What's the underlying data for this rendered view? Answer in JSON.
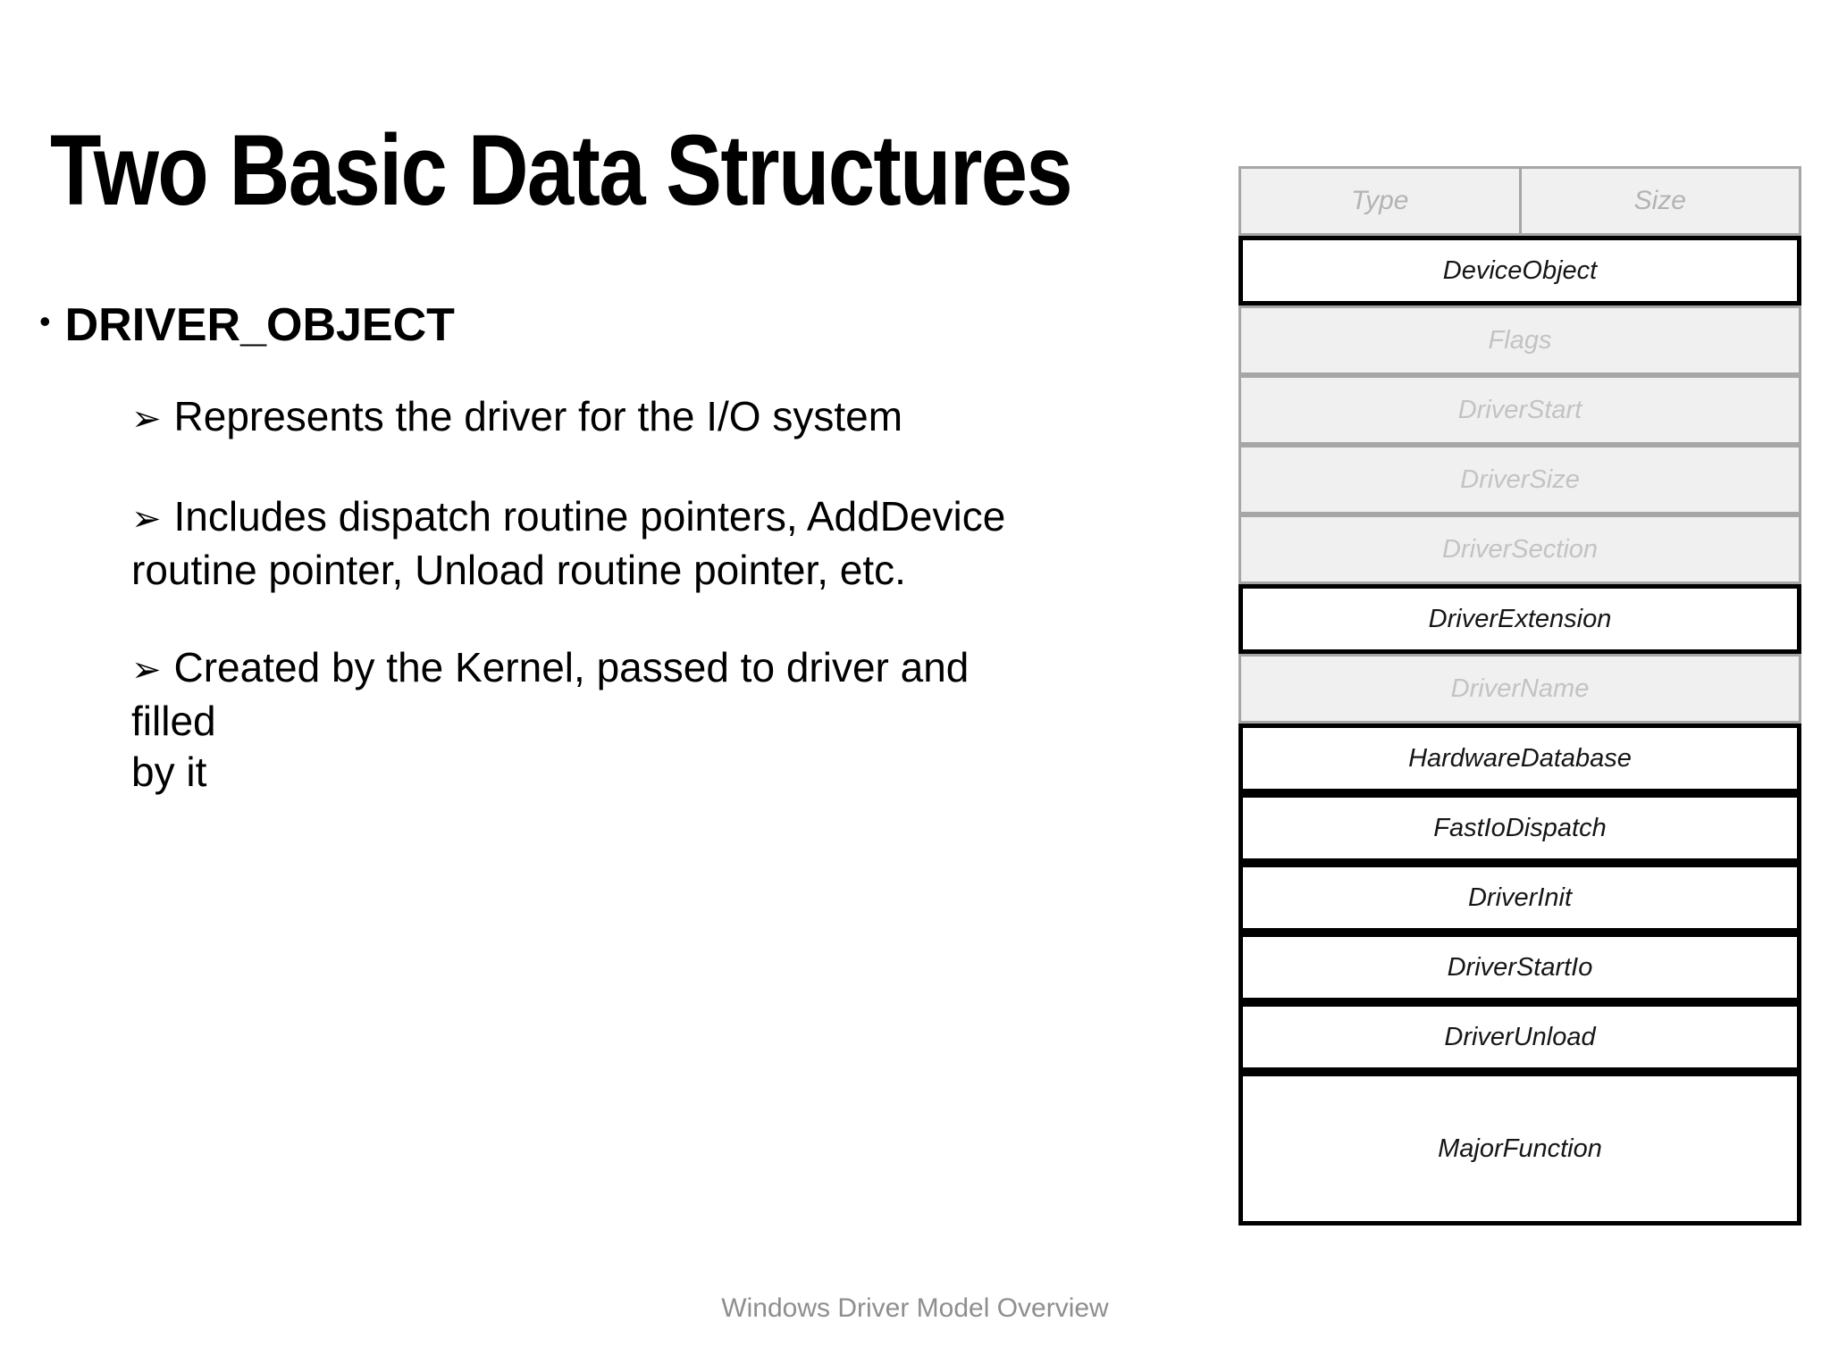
{
  "slide": {
    "title": "Two Basic Data Structures",
    "bullet_marker": "•",
    "arrow_marker": "➢",
    "main_bullet": "DRIVER_OBJECT",
    "sub_bullets": [
      {
        "lines": [
          "Represents the driver for the I/O system"
        ]
      },
      {
        "lines": [
          "Includes dispatch routine pointers, AddDevice",
          "routine pointer, Unload routine pointer, etc."
        ]
      },
      {
        "lines": [
          "Created by the Kernel, passed to driver and filled",
          "by it"
        ]
      }
    ],
    "footer": "Windows Driver Model Overview"
  },
  "diagram": {
    "header": {
      "left": "Type",
      "right": "Size"
    },
    "rows": [
      {
        "label": "DeviceObject",
        "muted": false,
        "tall": false
      },
      {
        "label": "Flags",
        "muted": true,
        "tall": false
      },
      {
        "label": "DriverStart",
        "muted": true,
        "tall": false
      },
      {
        "label": "DriverSize",
        "muted": true,
        "tall": false
      },
      {
        "label": "DriverSection",
        "muted": true,
        "tall": false
      },
      {
        "label": "DriverExtension",
        "muted": false,
        "tall": false
      },
      {
        "label": "DriverName",
        "muted": true,
        "tall": false
      },
      {
        "label": "HardwareDatabase",
        "muted": false,
        "tall": false
      },
      {
        "label": "FastIoDispatch",
        "muted": false,
        "tall": false
      },
      {
        "label": "DriverInit",
        "muted": false,
        "tall": false
      },
      {
        "label": "DriverStartIo",
        "muted": false,
        "tall": false
      },
      {
        "label": "DriverUnload",
        "muted": false,
        "tall": false
      },
      {
        "label": "MajorFunction",
        "muted": false,
        "tall": true
      }
    ],
    "colors": {
      "gray_fill": "#f0f0f0",
      "gray_border": "#a6a6a6",
      "black_border": "#000000",
      "muted_text": "#c3c3c3",
      "header_text": "#b3b3b3"
    }
  }
}
